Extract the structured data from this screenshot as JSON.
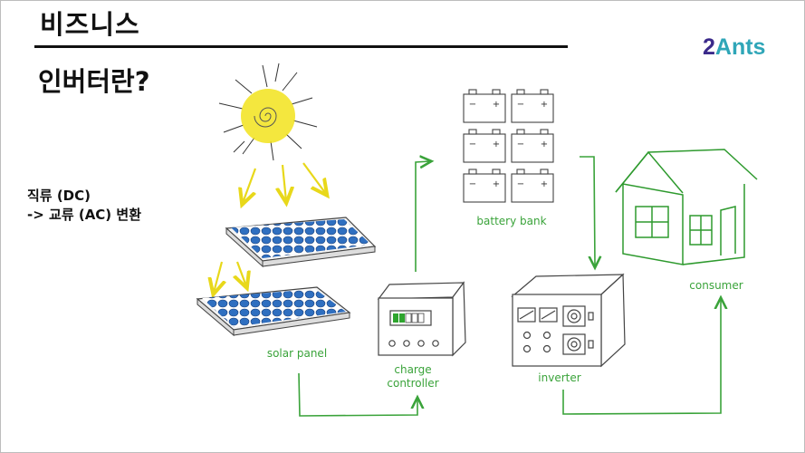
{
  "slide": {
    "title": "비즈니스",
    "subtitle": "인버터란?",
    "logo": {
      "prefix": "2",
      "suffix": "Ants",
      "prefix_color": "#3b2a8a",
      "suffix_color": "#2fa6b8"
    },
    "notes": [
      "직류 (DC)",
      "-> 교류 (AC) 변환"
    ]
  },
  "diagram": {
    "labels": {
      "solar_panel": "solar panel",
      "charge_controller_line1": "charge",
      "charge_controller_line2": "controller",
      "battery_bank": "battery bank",
      "inverter": "inverter",
      "consumer": "consumer"
    },
    "battery_terminals": {
      "minus": "−",
      "plus": "+"
    },
    "colors": {
      "accent_green": "#3aa33a",
      "sun_yellow": "#f2e31c",
      "panel_blue": "#2f6fc0"
    }
  }
}
